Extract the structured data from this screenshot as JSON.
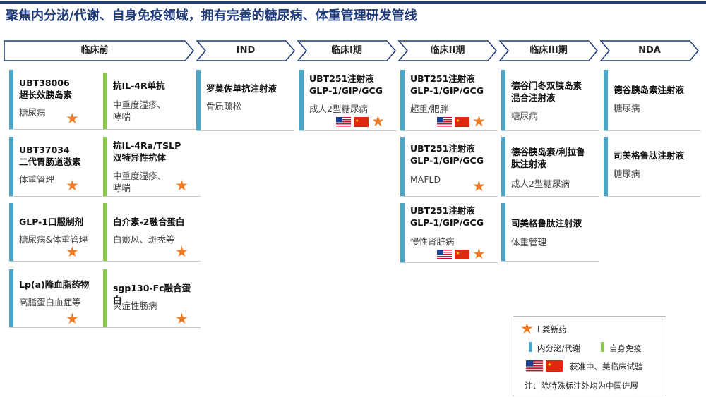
{
  "title": "聚焦内分泌/代谢、自身免疫领域，拥有完善的糖尿病、体重管理研发管线",
  "colors": {
    "endocrine": "#4aa6c6",
    "autoimmune": "#8cc84b",
    "star": "#f07a22",
    "title": "#1f3b7a"
  },
  "phases": [
    "临床前",
    "IND",
    "临床I期",
    "临床II期",
    "临床III期",
    "NDA"
  ],
  "cards": {
    "pre_a1": {
      "title": "UBT38006\n超长效胰岛素",
      "sub": "糖尿病"
    },
    "pre_a2": {
      "title": "UBT37034\n二代胃肠道激素",
      "sub": "体重管理"
    },
    "pre_a3": {
      "title": "GLP-1口服制剂",
      "sub": "糖尿病&体重管理"
    },
    "pre_a4": {
      "title": "Lp(a)降血脂药物",
      "sub": "高脂蛋白血症等"
    },
    "pre_b1": {
      "title": "抗IL-4R单抗",
      "sub": "中重度湿疹、\n哮喘"
    },
    "pre_b2": {
      "title": "抗IL-4Ra/TSLP\n双特异性抗体",
      "sub": "中重度湿疹、\n哮喘"
    },
    "pre_b3": {
      "title": "白介素-2融合蛋白",
      "sub": "白癜风、斑秃等"
    },
    "pre_b4": {
      "title": "sgp130-Fc融合蛋白",
      "sub": "炎症性肠病"
    },
    "ind_1": {
      "title": "罗莫佐单抗注射液",
      "sub": "骨质疏松"
    },
    "p1_1": {
      "title": "UBT251注射液\nGLP-1/GIP/GCG",
      "sub": "成人2型糖尿病"
    },
    "p2_1": {
      "title": "UBT251注射液\nGLP-1/GIP/GCG",
      "sub": "超重/肥胖"
    },
    "p2_2": {
      "title": "UBT251注射液\nGLP-1/GIP/GCG",
      "sub": "MAFLD"
    },
    "p2_3": {
      "title": "UBT251注射液\nGLP-1/GIP/GCG",
      "sub": "慢性肾脏病"
    },
    "p3_1": {
      "title": "德谷门冬双胰岛素\n混合注射液",
      "sub": "糖尿病"
    },
    "p3_2": {
      "title": "德谷胰岛素/利拉鲁\n肽注射液",
      "sub": "成人2型糖尿病"
    },
    "p3_3": {
      "title": "司美格鲁肽注射液",
      "sub": "体重管理"
    },
    "nda_1": {
      "title": "德谷胰岛素注射液",
      "sub": "糖尿病"
    },
    "nda_2": {
      "title": "司美格鲁肽注射液",
      "sub": "糖尿病"
    }
  },
  "legend": {
    "star_label": "I 类新药",
    "endocrine_label": "内分泌/代谢",
    "autoimmune_label": "自身免疫",
    "flags_label": "获准中、美临床试验",
    "note": "注：除特殊标注外均为中国进展"
  }
}
